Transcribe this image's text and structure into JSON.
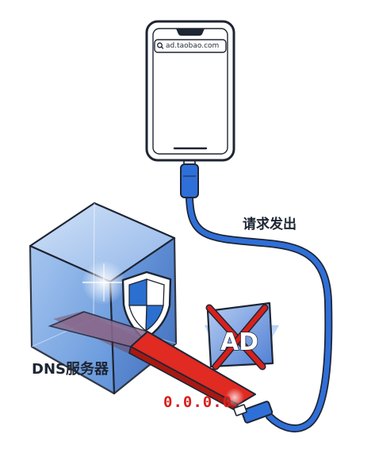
{
  "phone": {
    "url": "ad.taobao.com",
    "search_icon": "search-icon"
  },
  "labels": {
    "request": "请求发出",
    "dns_server": "DNS服务器",
    "resolved_ip": "0.0.0.0"
  },
  "blocked_badge": {
    "text": "AD",
    "icon": "block-cross-icon"
  },
  "colors": {
    "outline": "#1e2533",
    "cable": "#2f6fd8",
    "cube": "#4f88d6",
    "red_bar": "#e02a22",
    "ip_text": "#d8201c",
    "badge": "#7ea2e4",
    "cross": "#d8201c"
  }
}
